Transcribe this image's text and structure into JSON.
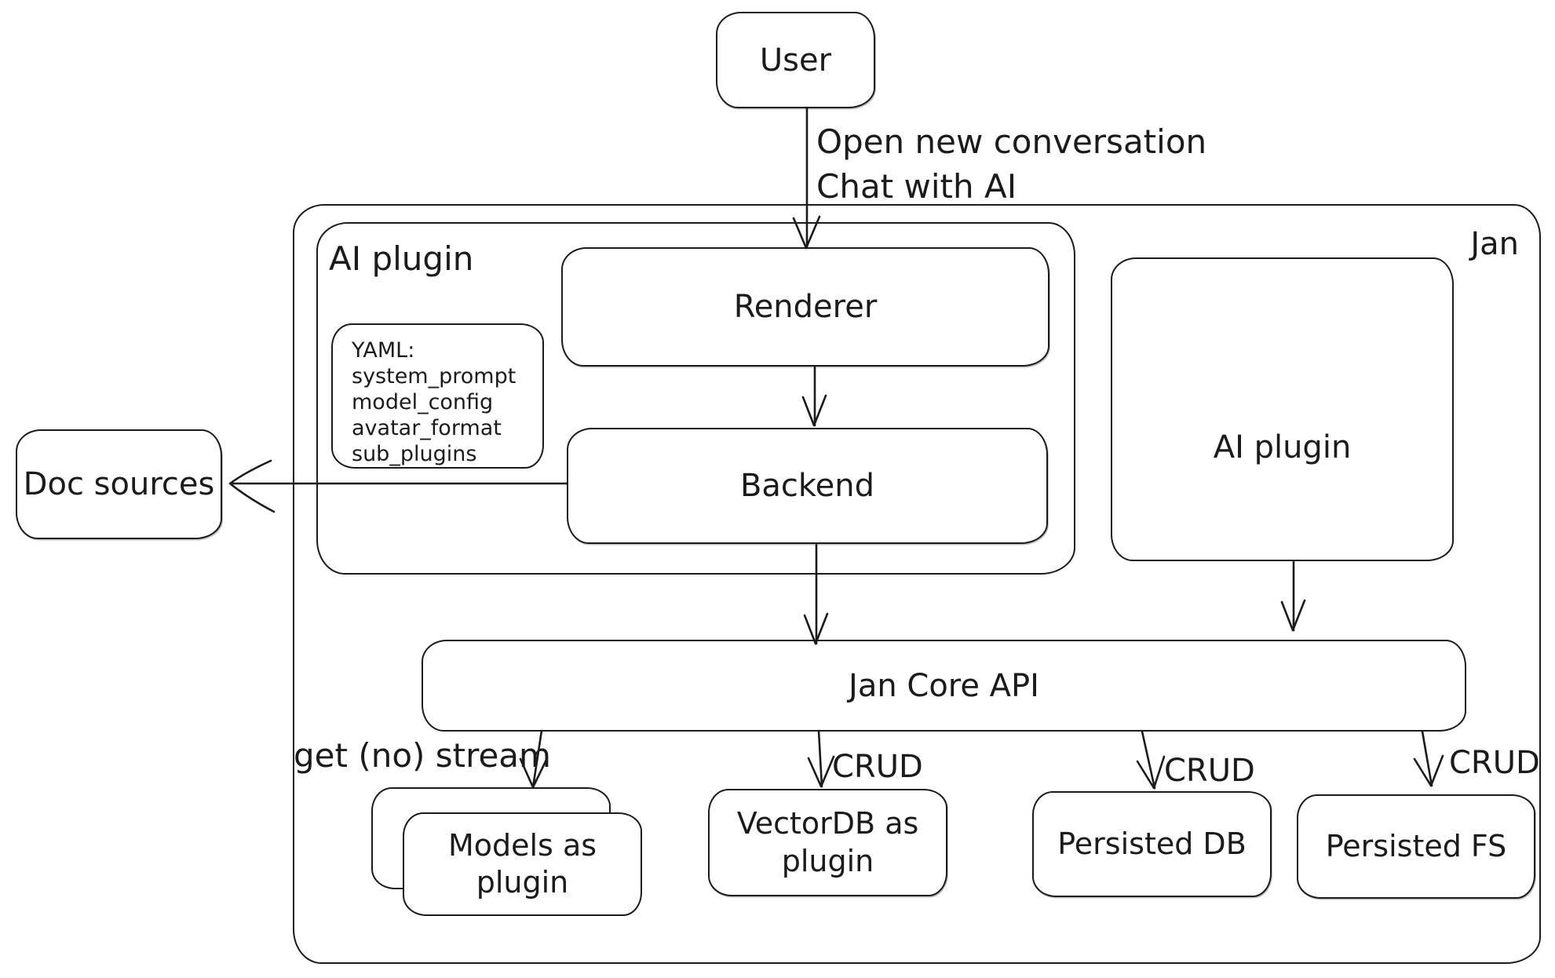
{
  "colors": {
    "ink": "#1b1b1b",
    "background": "#ffffff"
  },
  "nodes": {
    "user": "User",
    "jan": "Jan",
    "ai_plugin_left": "AI plugin",
    "renderer": "Renderer",
    "backend": "Backend",
    "doc_sources": "Doc sources",
    "ai_plugin_right": "AI plugin",
    "jan_core_api": "Jan Core API",
    "models_as_plugin": "Models as plugin",
    "vectordb_as_plugin": "VectorDB as plugin",
    "persisted_db": "Persisted DB",
    "persisted_fs": "Persisted FS"
  },
  "yaml_note": {
    "lines": [
      "YAML:",
      "system_prompt",
      "model_config",
      "avatar_format",
      "sub_plugins"
    ]
  },
  "edge_labels": {
    "user_flow_line1": "Open new conversation",
    "user_flow_line2": "Chat with AI",
    "models_edge": "get (no) stream",
    "vectordb_edge": "CRUD",
    "persisted_db_edge": "CRUD",
    "persisted_fs_edge": "CRUD"
  }
}
